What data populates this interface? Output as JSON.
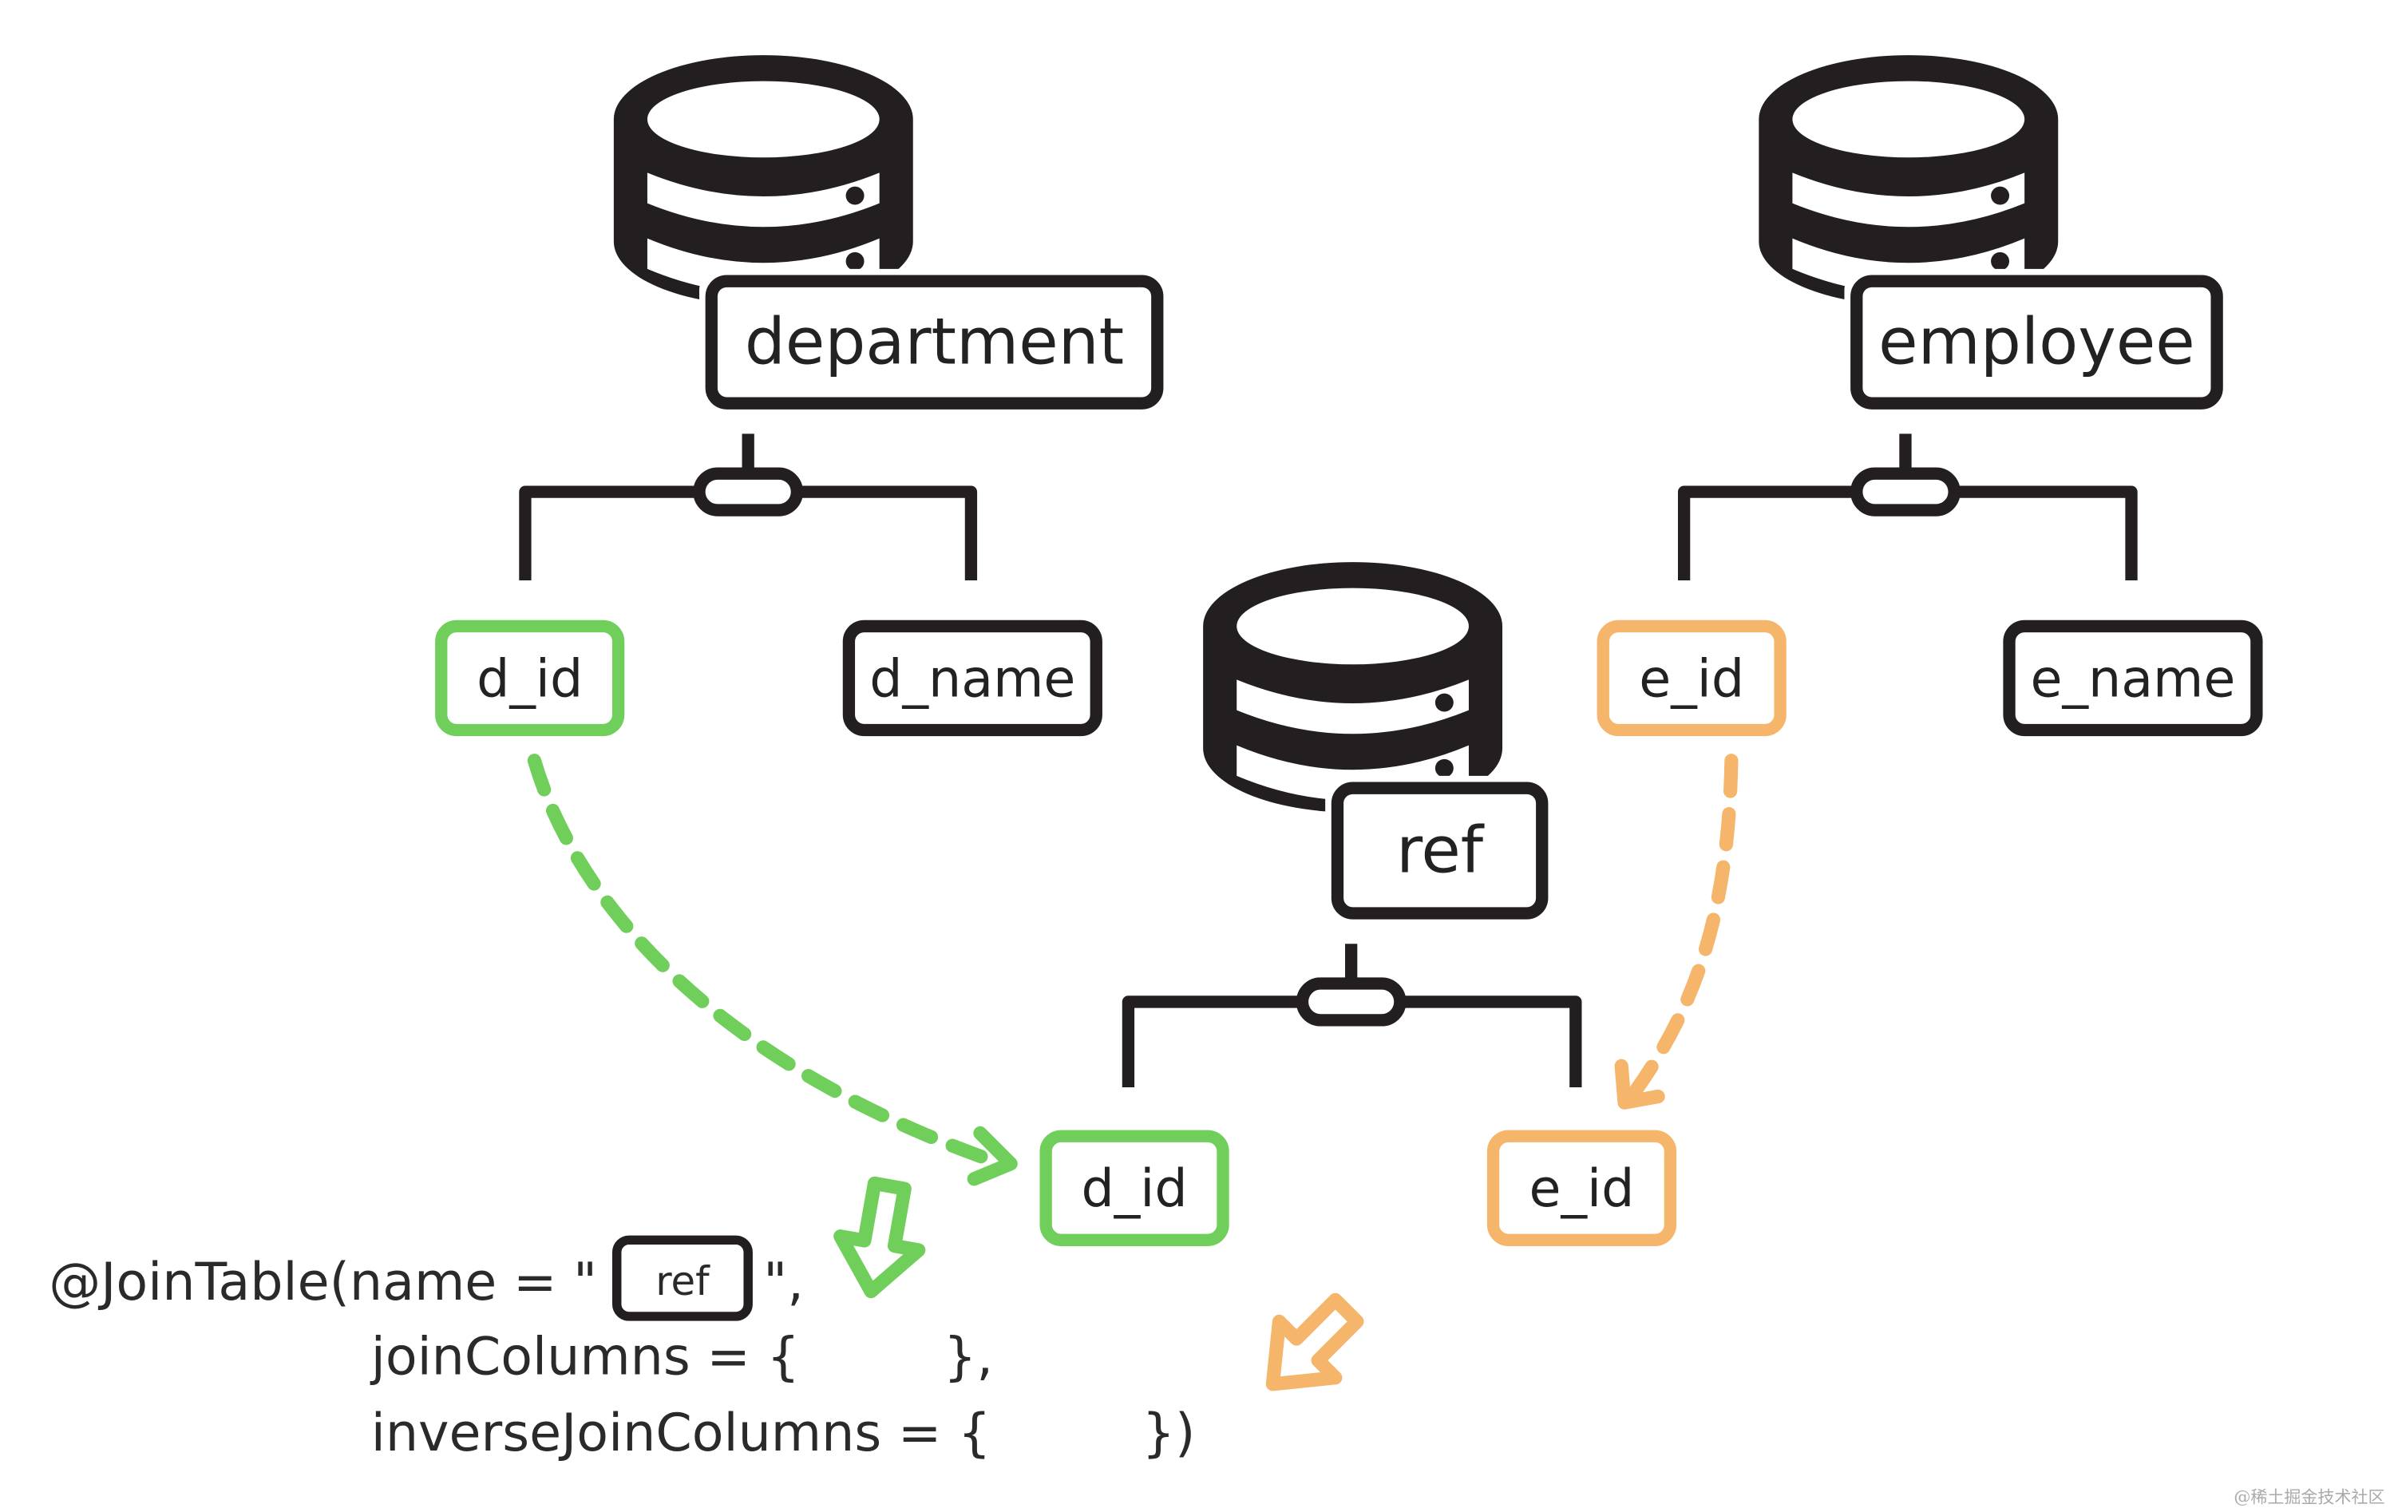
{
  "colors": {
    "ink": "#231f20",
    "green": "#6fcf5a",
    "orange": "#f5b56a"
  },
  "tables": {
    "department": {
      "name": "department",
      "col1": "d_id",
      "col2": "d_name"
    },
    "employee": {
      "name": "employee",
      "col1": "e_id",
      "col2": "e_name"
    },
    "ref": {
      "name": "ref",
      "col1": "d_id",
      "col2": "e_id"
    }
  },
  "code": {
    "line1_prefix": "@JoinTable(name = \"",
    "line1_ref": "ref",
    "line1_suffix": "\",",
    "line2_prefix": "joinColumns = {",
    "line2_suffix": "},",
    "line3_prefix": "inverseJoinColumns = {",
    "line3_suffix": "})"
  },
  "icons": [
    "database-icon",
    "tree-connector-icon",
    "arrow-down-icon"
  ],
  "watermark": "@稀土掘金技术社区"
}
